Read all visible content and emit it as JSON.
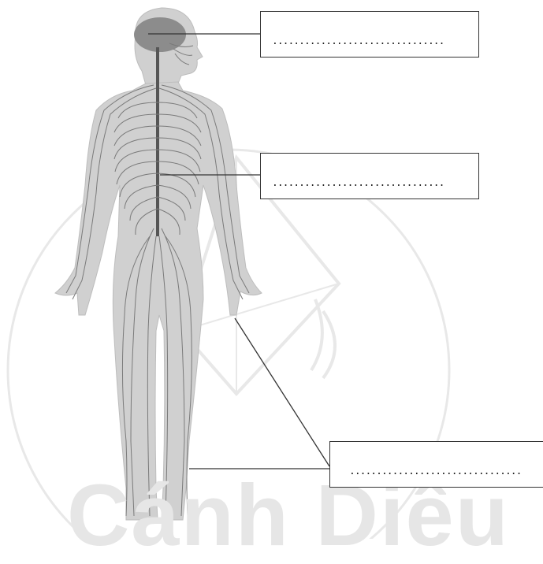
{
  "diagram": {
    "parts": [
      {
        "id": "brain",
        "answer_blank": "................................"
      },
      {
        "id": "spinal-cord",
        "answer_blank": "................................"
      },
      {
        "id": "nerves",
        "answer_blank": "................................"
      }
    ]
  },
  "watermark": {
    "text": "Cánh Diều",
    "color": "#e6e6e6"
  }
}
